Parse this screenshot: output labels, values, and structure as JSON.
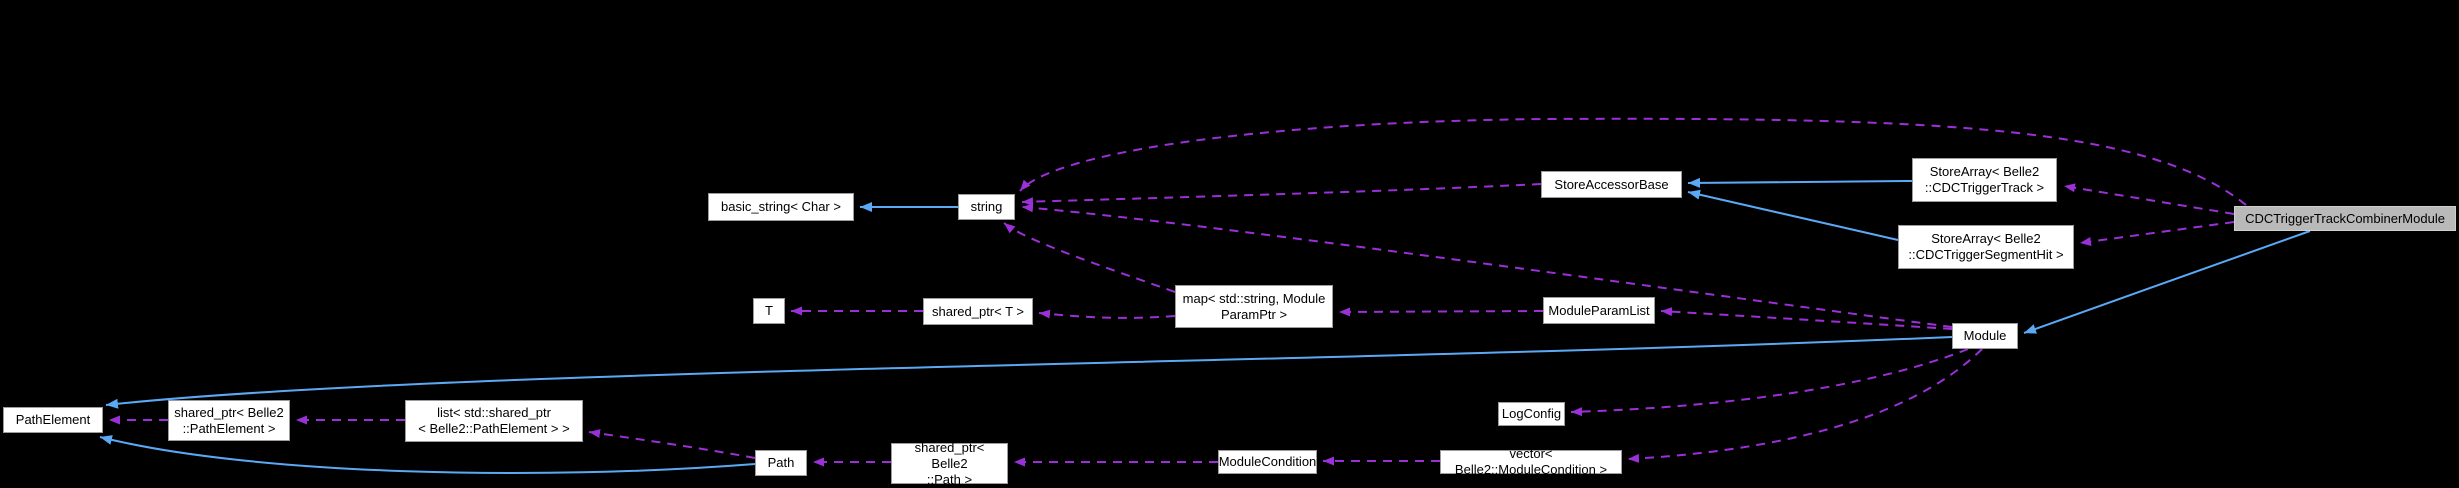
{
  "diagram": {
    "type": "collaboration-graph",
    "highlighted_node": "CDCTriggerTrackCombinerModule"
  },
  "colors": {
    "background": "#000000",
    "node_fill": "#ffffff",
    "node_border": "#9c9c9c",
    "highlight_fill": "#b9b9b9",
    "highlight_border": "#cfcfcf",
    "inheritance_edge": "#5ba9f5",
    "usage_edge": "#9b30d9",
    "text": "#000000"
  },
  "nodes": {
    "basic_string": {
      "label": "basic_string< Char >"
    },
    "string": {
      "label": "string"
    },
    "store_accessor_base": {
      "label": "StoreAccessorBase"
    },
    "store_array_track": {
      "label": "StoreArray< Belle2\n::CDCTriggerTrack >"
    },
    "store_array_segment_hit": {
      "label": "StoreArray< Belle2\n::CDCTriggerSegmentHit >"
    },
    "cdc_trigger_track_combiner_module": {
      "label": "CDCTriggerTrackCombinerModule"
    },
    "t": {
      "label": "T"
    },
    "shared_ptr_t": {
      "label": "shared_ptr< T >"
    },
    "map_module_param": {
      "label": "map< std::string, Module\nParamPtr >"
    },
    "module_param_list": {
      "label": "ModuleParamList"
    },
    "module": {
      "label": "Module"
    },
    "path_element": {
      "label": "PathElement"
    },
    "shared_ptr_path_element": {
      "label": "shared_ptr< Belle2\n::PathElement >"
    },
    "list_shared_ptr_path_element": {
      "label": "list< std::shared_ptr\n< Belle2::PathElement > >"
    },
    "log_config": {
      "label": "LogConfig"
    },
    "path": {
      "label": "Path"
    },
    "shared_ptr_path": {
      "label": "shared_ptr< Belle2\n::Path >"
    },
    "module_condition": {
      "label": "ModuleCondition"
    },
    "vector_module_condition": {
      "label": "vector< Belle2::ModuleCondition >"
    }
  },
  "edges": {
    "inheritance": [
      {
        "from": "string",
        "to": "basic_string< Char >"
      },
      {
        "from": "StoreArray< Belle2::CDCTriggerTrack >",
        "to": "StoreAccessorBase"
      },
      {
        "from": "StoreArray< Belle2::CDCTriggerSegmentHit >",
        "to": "StoreAccessorBase"
      },
      {
        "from": "CDCTriggerTrackCombinerModule",
        "to": "Module"
      },
      {
        "from": "Module",
        "to": "PathElement"
      },
      {
        "from": "Path",
        "to": "PathElement"
      }
    ],
    "usage": [
      {
        "from": "StoreAccessorBase",
        "to": "string"
      },
      {
        "from": "Module",
        "to": "string"
      },
      {
        "from": "CDCTriggerTrackCombinerModule",
        "to": "string"
      },
      {
        "from": "CDCTriggerTrackCombinerModule",
        "to": "StoreArray< Belle2::CDCTriggerTrack >"
      },
      {
        "from": "CDCTriggerTrackCombinerModule",
        "to": "StoreArray< Belle2::CDCTriggerSegmentHit >"
      },
      {
        "from": "map< std::string, ModuleParamPtr >",
        "to": "string"
      },
      {
        "from": "map< std::string, ModuleParamPtr >",
        "to": "shared_ptr< T >"
      },
      {
        "from": "shared_ptr< T >",
        "to": "T"
      },
      {
        "from": "ModuleParamList",
        "to": "map< std::string, ModuleParamPtr >"
      },
      {
        "from": "Module",
        "to": "ModuleParamList"
      },
      {
        "from": "Module",
        "to": "LogConfig"
      },
      {
        "from": "Module",
        "to": "vector< Belle2::ModuleCondition >"
      },
      {
        "from": "vector< Belle2::ModuleCondition >",
        "to": "ModuleCondition"
      },
      {
        "from": "ModuleCondition",
        "to": "shared_ptr< Belle2::Path >"
      },
      {
        "from": "shared_ptr< Belle2::Path >",
        "to": "Path"
      },
      {
        "from": "Path",
        "to": "list< std::shared_ptr< Belle2::PathElement > >"
      },
      {
        "from": "list< std::shared_ptr< Belle2::PathElement > >",
        "to": "shared_ptr< Belle2::PathElement >"
      },
      {
        "from": "shared_ptr< Belle2::PathElement >",
        "to": "PathElement"
      }
    ]
  }
}
